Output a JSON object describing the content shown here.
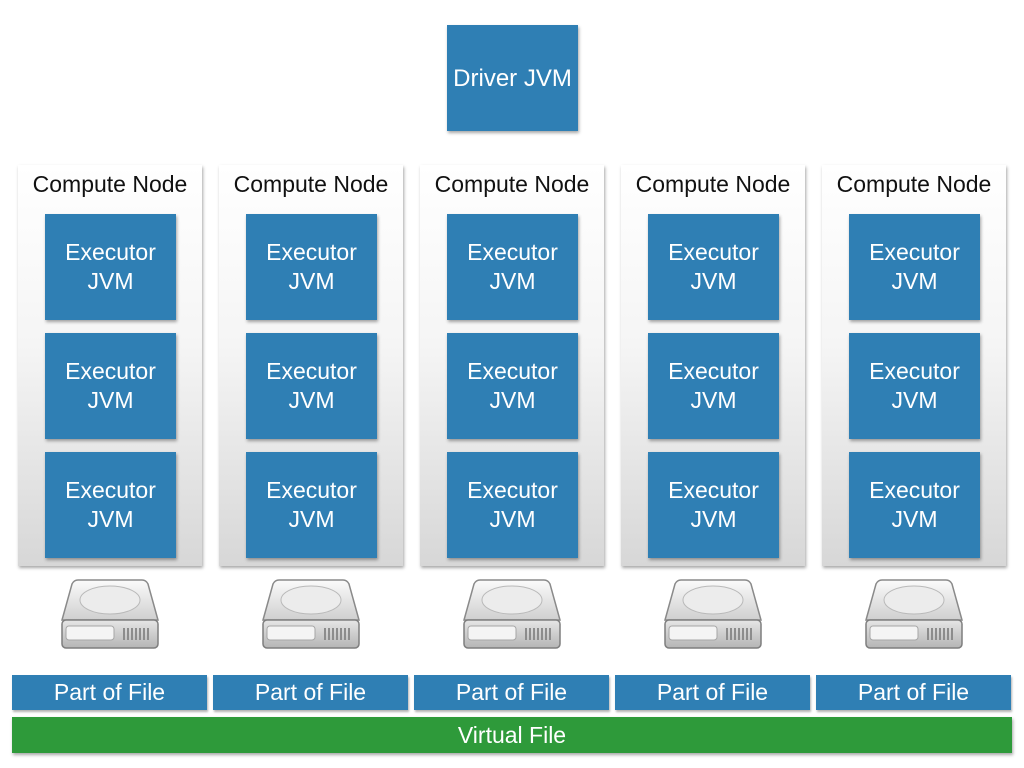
{
  "driver": {
    "label": "Driver JVM"
  },
  "nodes": [
    {
      "title": "Compute Node",
      "executors": [
        "Executor\nJVM",
        "Executor\nJVM",
        "Executor\nJVM"
      ],
      "part": "Part of File"
    },
    {
      "title": "Compute Node",
      "executors": [
        "Executor\nJVM",
        "Executor\nJVM",
        "Executor\nJVM"
      ],
      "part": "Part of File"
    },
    {
      "title": "Compute Node",
      "executors": [
        "Executor\nJVM",
        "Executor\nJVM",
        "Executor\nJVM"
      ],
      "part": "Part of File"
    },
    {
      "title": "Compute Node",
      "executors": [
        "Executor\nJVM",
        "Executor\nJVM",
        "Executor\nJVM"
      ],
      "part": "Part of File"
    },
    {
      "title": "Compute Node",
      "executors": [
        "Executor\nJVM",
        "Executor\nJVM",
        "Executor\nJVM"
      ],
      "part": "Part of File"
    }
  ],
  "virtual_file": {
    "label": "Virtual File"
  },
  "colors": {
    "jvm_blue": "#2f7fb4",
    "virtual_green": "#2e9a3a"
  },
  "icons": {
    "disk": "hard-drive-icon"
  }
}
